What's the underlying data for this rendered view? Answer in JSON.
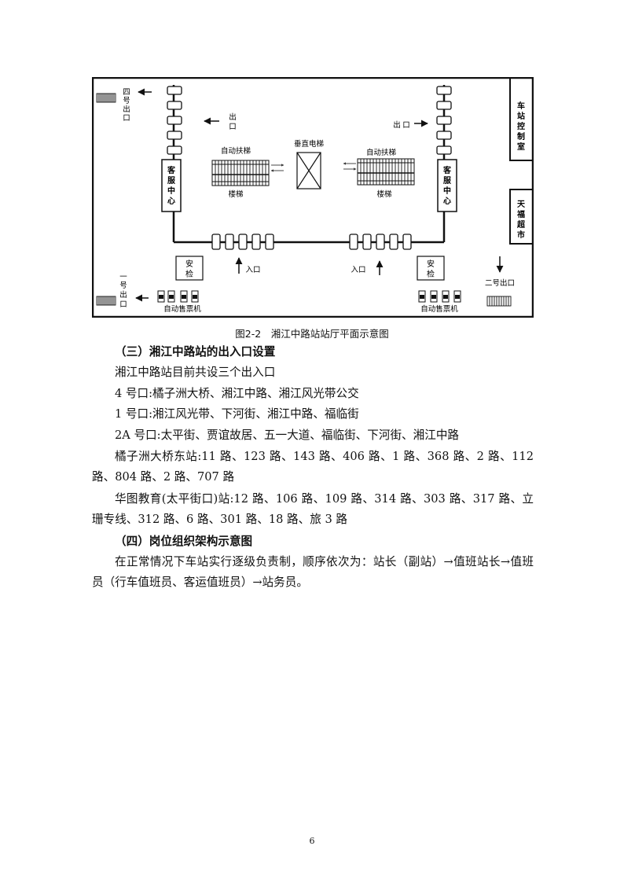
{
  "figure": {
    "exit4": [
      "四",
      "号",
      "出",
      "口"
    ],
    "exit1": [
      "一",
      "号",
      "出",
      "口"
    ],
    "exit2": "二号出口",
    "exit_left": [
      "出",
      "口"
    ],
    "exit_right": [
      "出",
      "口"
    ],
    "escalator": "自动扶梯",
    "stairs": "楼梯",
    "elevator": "垂直电梯",
    "service_center": [
      "客",
      "服",
      "中",
      "心"
    ],
    "control_room": [
      "车",
      "站",
      "控",
      "制",
      "室"
    ],
    "supermarket": [
      "天",
      "福",
      "超",
      "市"
    ],
    "security": [
      "安",
      "检"
    ],
    "entrance": "入口",
    "tvm": "自动售票机",
    "caption": "图2-2　湘江中路站站厅平面示意图"
  },
  "content": {
    "heading3": "（三）湘江中路站的出入口设置",
    "line1": "湘江中路站目前共设三个出入口",
    "line2": "4 号口:橘子洲大桥、湘江中路、湘江风光带公交",
    "line3": "1 号口:湘江风光带、下河街、湘江中路、福临街",
    "line4": "2A 号口:太平街、贾谊故居、五一大道、福临街、下河街、湘江中路",
    "para1": "橘子洲大桥东站:11 路、123 路、143 路、406 路、1 路、368 路、2 路、112 路、804 路、2 路、707 路",
    "para2": "华图教育(太平街口)站:12 路、106 路、109 路、314 路、303 路、317 路、立珊专线、312 路、6 路、301 路、18 路、旅 3 路",
    "heading4": "（四）岗位组织架构示意图",
    "para3": "在正常情况下车站实行逐级负责制，顺序依次为：站长（副站）→值班站长→值班员（行车值班员、客运值班员）→站务员。"
  },
  "page_number": "6"
}
